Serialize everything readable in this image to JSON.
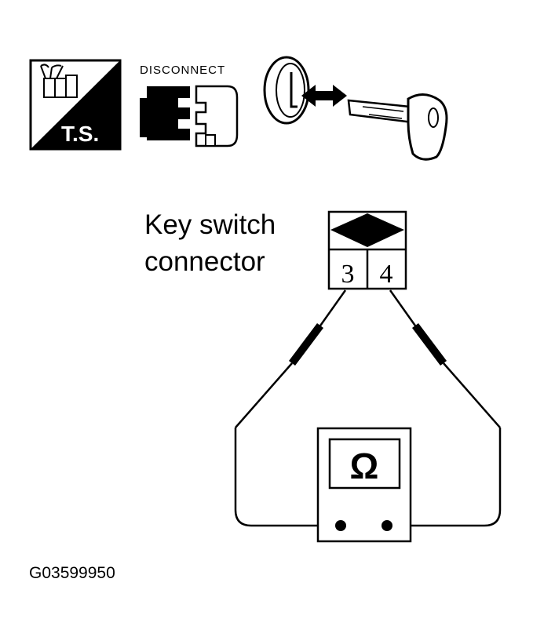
{
  "icons": {
    "ts_label": "T.S.",
    "disconnect_label": "DISCONNECT"
  },
  "connector": {
    "label_line1": "Key switch",
    "label_line2": "connector",
    "pin_left": "3",
    "pin_right": "4"
  },
  "meter": {
    "symbol": "Ω"
  },
  "figure_code": "G03599950",
  "colors": {
    "ink": "#000000",
    "paper": "#ffffff"
  }
}
